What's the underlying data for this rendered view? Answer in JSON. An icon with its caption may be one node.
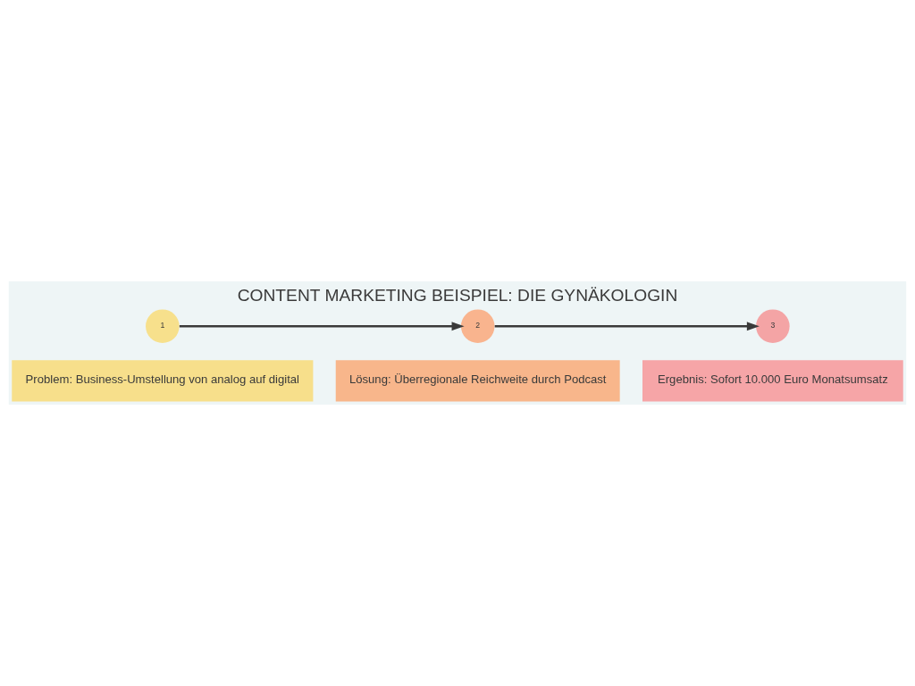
{
  "diagram": {
    "title": "CONTENT MARKETING BEISPIEL: DIE GYNÄKOLOGIN",
    "nodes": [
      {
        "text": [
          "1"
        ]
      },
      {
        "text": [
          "Problem: Business-Umstellung von analog auf digital"
        ]
      },
      {
        "text": [
          "2"
        ]
      },
      {
        "text": [
          "Lösung: Überregionale Reichweite durch Podcast"
        ]
      },
      {
        "text": [
          "3"
        ]
      },
      {
        "text": [
          "Ergebnis: Sofort 10.000 Euro Monatsumsatz"
        ]
      }
    ],
    "edges": [
      {
        "from": 0,
        "to": 2,
        "arrow": "to"
      },
      {
        "from": 2,
        "to": 4,
        "arrow": "to"
      }
    ]
  }
}
